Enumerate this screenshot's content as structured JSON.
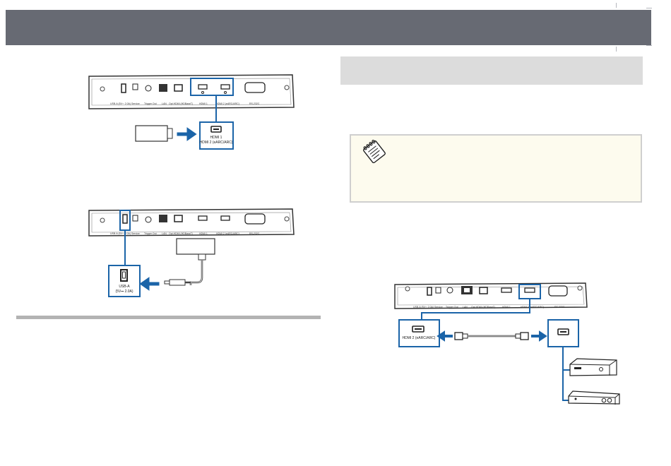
{
  "page": {
    "header_color": "#676a73",
    "accent_blue": "#1b64a8"
  },
  "figure_hdmi_stick": {
    "panel_labels": [
      "USB-A (5V⎓ 2.0A)",
      "Service",
      "Trigger Out",
      "LAN",
      "Opt.HDMI (HDBaseT)",
      "HDMI 1",
      "HDMI 2 (eARC/ARC)",
      "RS-232C"
    ],
    "callout_line1": "HDMI 1",
    "callout_line2": "HDMI 2 (eARC/ARC)"
  },
  "figure_usb_power": {
    "panel_labels": [
      "USB-A (5V⎓ 2.0A)",
      "Service",
      "Trigger Out",
      "LAN",
      "Opt.HDMI (HDBaseT)",
      "HDMI 1",
      "HDMI 2 (eARC/ARC)",
      "RS-232C"
    ],
    "callout_line1": "USB-A",
    "callout_line2": "(5V⎓ 2.0A)"
  },
  "figure_earc": {
    "panel_labels": [
      "USB-A (5V⎓ 2.0A)",
      "Service",
      "Trigger Out",
      "LAN",
      "Opt.HDMI (HDBaseT)",
      "HDMI 1",
      "HDMI 2 (eARC/ARC)",
      "RS-232C"
    ],
    "callout_label": "HDMI 2 (eARC/ARC)"
  },
  "icons": [
    "note-icon",
    "arrow-icon",
    "hdmi-port-icon",
    "usb-port-icon",
    "av-receiver-icon",
    "soundbar-icon"
  ]
}
